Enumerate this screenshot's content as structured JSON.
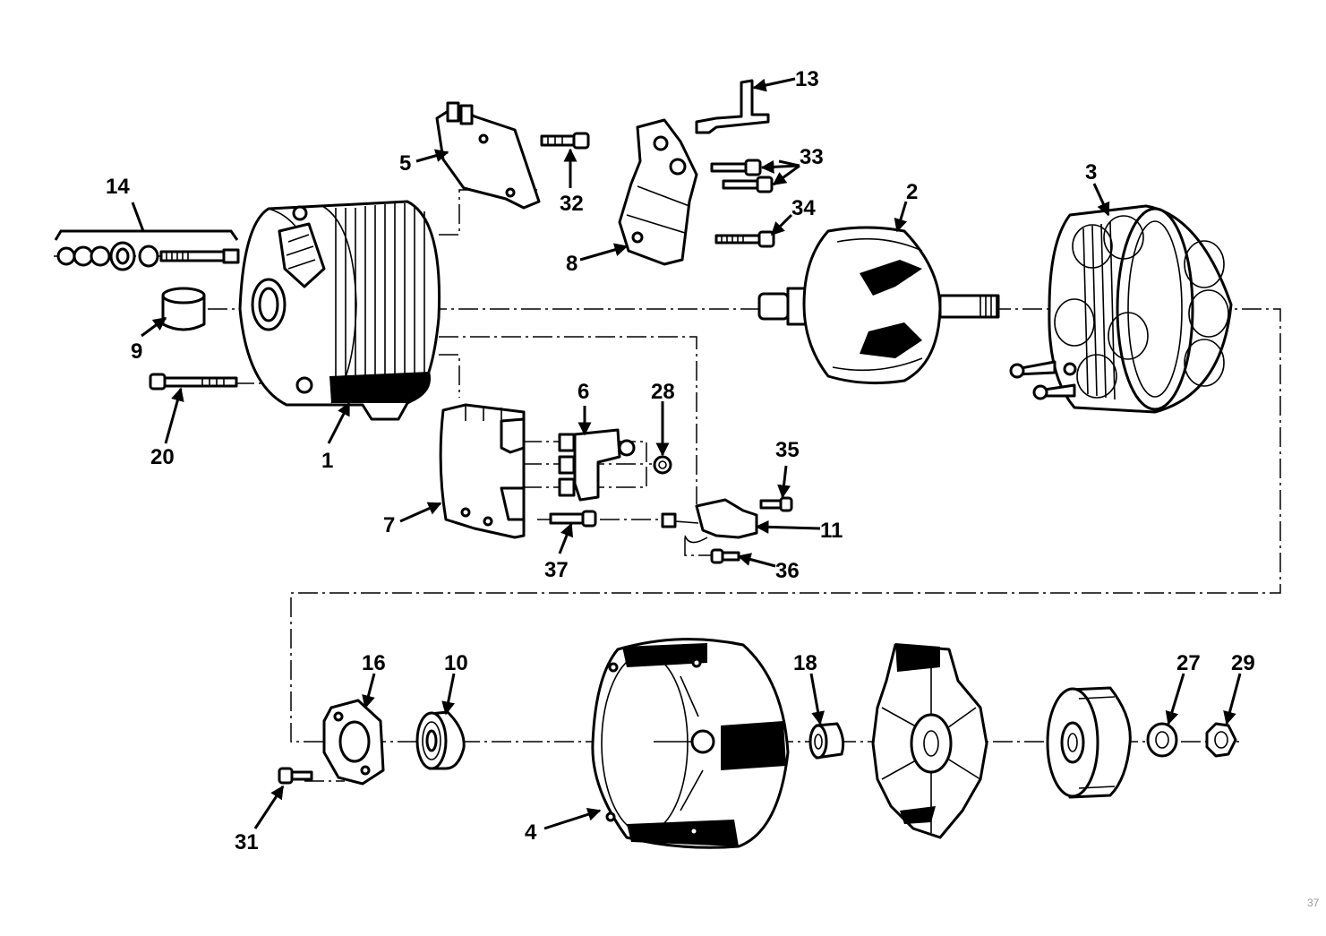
{
  "diagram": {
    "callouts": {
      "c1": "1",
      "c2": "2",
      "c3": "3",
      "c4": "4",
      "c5": "5",
      "c6": "6",
      "c7": "7",
      "c8": "8",
      "c9": "9",
      "c10": "10",
      "c11": "11",
      "c13": "13",
      "c14": "14",
      "c16": "16",
      "c18": "18",
      "c20": "20",
      "c27": "27",
      "c28": "28",
      "c29": "29",
      "c31": "31",
      "c32": "32",
      "c33": "33",
      "c34": "34",
      "c35": "35",
      "c36": "36",
      "c37": "37"
    },
    "corner_mark": "37"
  }
}
